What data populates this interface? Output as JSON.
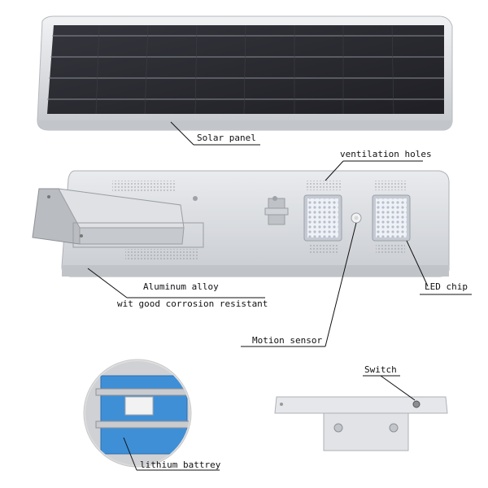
{
  "labels": {
    "solar_panel": "Solar panel",
    "ventilation_holes": "ventilation holes",
    "aluminum_alloy": "Aluminum alloy",
    "corrosion": "wit good corrosion resistant",
    "led_chip": "LED chip",
    "motion_sensor": "Motion sensor",
    "switch": "Switch",
    "lithium_battery": "lithium battrey"
  },
  "colors": {
    "panel_cell": "#2a2a30",
    "aluminum": "#d6d8dc",
    "frame": "#e4e6ea",
    "battery_blue": "#3f8fd6",
    "led_module": "#dfe3ea",
    "leader_line": "#111111"
  }
}
